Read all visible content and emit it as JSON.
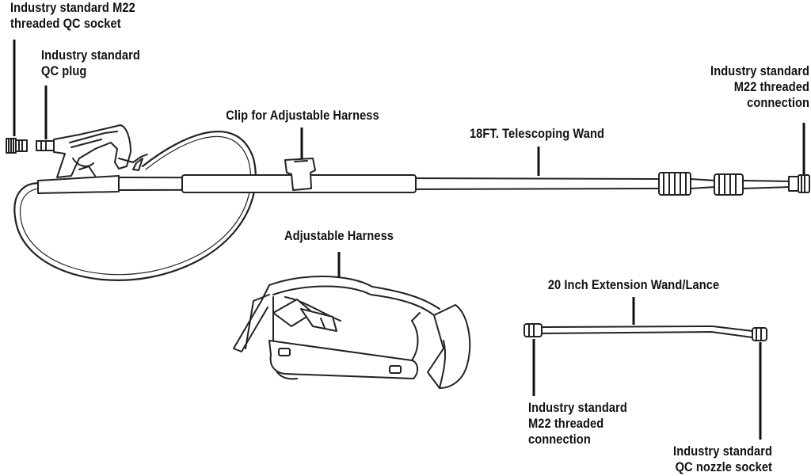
{
  "labels": {
    "qc_socket": {
      "line1": "Industry standard M22",
      "line2": "threaded QC socket"
    },
    "qc_plug": {
      "line1": "Industry standard",
      "line2": "QC plug"
    },
    "clip": "Clip for Adjustable Harness",
    "telescoping_wand": "18FT. Telescoping Wand",
    "m22_connection_top": {
      "line1": "Industry standard",
      "line2": "M22 threaded",
      "line3": "connection"
    },
    "harness": "Adjustable Harness",
    "extension_wand": "20 Inch Extension Wand/Lance",
    "m22_connection_bottom": {
      "line1": "Industry standard",
      "line2": "M22 threaded",
      "line3": "connection"
    },
    "qc_nozzle_socket": {
      "line1": "Industry standard",
      "line2": "QC nozzle socket"
    }
  },
  "colors": {
    "ink": "#111111",
    "stroke": "#222222",
    "fill": "#ffffff"
  }
}
